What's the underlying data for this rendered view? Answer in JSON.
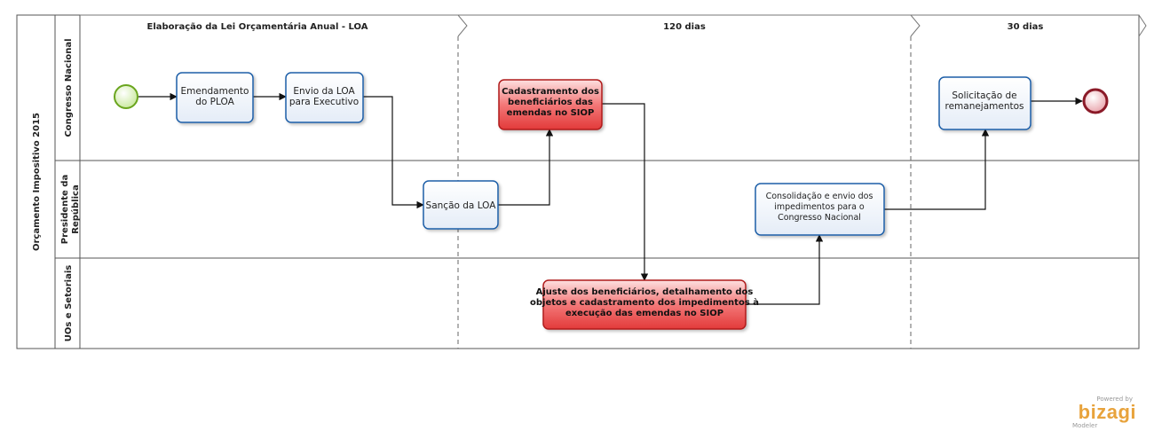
{
  "pool": {
    "label": "Orçamento Impositivo 2015"
  },
  "lanes": [
    {
      "label": "Congresso Nacional"
    },
    {
      "label": "Presidente da\nRepública"
    },
    {
      "label": "UOs e Setoriais"
    }
  ],
  "phases": [
    {
      "label": "Elaboração da Lei Orçamentária Anual - LOA"
    },
    {
      "label": "120 dias"
    },
    {
      "label": "30 dias"
    }
  ],
  "tasks": [
    {
      "id": "emendamento",
      "label": "Emendamento\ndo PLOA",
      "style": "normal"
    },
    {
      "id": "envio",
      "label": "Envio da LOA\npara  Executivo",
      "style": "normal"
    },
    {
      "id": "sancao",
      "label": "Sanção da LOA",
      "style": "normal"
    },
    {
      "id": "cadastramento",
      "label": "Cadastramento dos\nbeneficiários  das\nemendas no SIOP",
      "style": "highlight"
    },
    {
      "id": "ajuste",
      "label": "Ajuste dos beneficiários, detalhamento dos\nobjetos e cadastramento dos impedimentos à\nexecução das emendas  no SIOP",
      "style": "highlight"
    },
    {
      "id": "consolidacao",
      "label": "Consolidação e envio dos\nimpedimentos para o\nCongresso Nacional",
      "style": "normal"
    },
    {
      "id": "solicitacao",
      "label": "Solicitação de\nremanejamentos",
      "style": "normal"
    }
  ],
  "logo": {
    "powered_by": "Powered by",
    "brand": "bizagi",
    "product": "Modeler"
  }
}
